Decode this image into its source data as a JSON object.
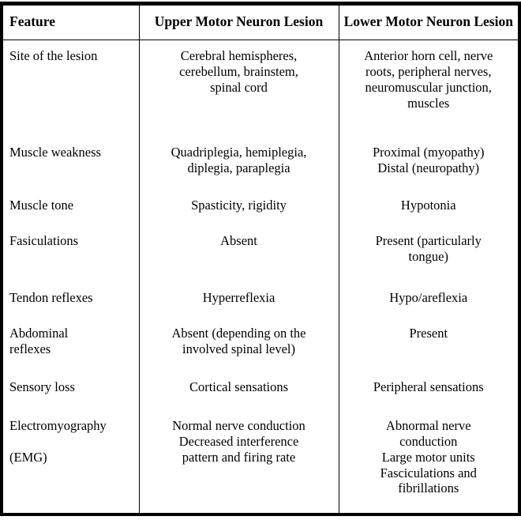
{
  "table": {
    "headers": [
      {
        "label": "Feature",
        "align": "left"
      },
      {
        "label": "Upper Motor Neuron Lesion",
        "align": "center"
      },
      {
        "label": "Lower Motor Neuron Lesion",
        "align": "center"
      }
    ],
    "rows": [
      {
        "feature": "Site of the lesion",
        "upper_motor_neuron": "Cerebral hemispheres,\ncerebellum, brainstem,\nspinal cord",
        "lower_motor_neuron": "Anterior horn cell, nerve\nroots, peripheral nerves,\nneuromuscular junction,\nmuscles"
      },
      {
        "feature": "Muscle weakness",
        "upper_motor_neuron": "Quadriplegia, hemiplegia,\ndiplegia, paraplegia",
        "lower_motor_neuron": "Proximal (myopathy)\nDistal (neuropathy)"
      },
      {
        "feature": "Muscle tone",
        "upper_motor_neuron": "Spasticity, rigidity",
        "lower_motor_neuron": "Hypotonia"
      },
      {
        "feature": "Fasiculations",
        "upper_motor_neuron": "Absent",
        "lower_motor_neuron": "Present (particularly\ntongue)"
      },
      {
        "feature": "Tendon reflexes",
        "upper_motor_neuron": "Hyperreflexia",
        "lower_motor_neuron": "Hypo/areflexia"
      },
      {
        "feature": "Abdominal\nreflexes",
        "upper_motor_neuron": "Absent (depending on the\ninvolved spinal level)",
        "lower_motor_neuron": "Present"
      },
      {
        "feature": "Sensory loss",
        "upper_motor_neuron": "Cortical sensations",
        "lower_motor_neuron": "Peripheral sensations"
      },
      {
        "feature": "Electromyography\n\n(EMG)",
        "upper_motor_neuron": "Normal nerve conduction\nDecreased interference\npattern and firing rate",
        "lower_motor_neuron": "Abnormal nerve\nconduction\nLarge motor units\nFasciculations and\nfibrillations"
      }
    ]
  },
  "colors": {
    "border": "#000000",
    "text": "#000000",
    "background": "#ffffff"
  }
}
